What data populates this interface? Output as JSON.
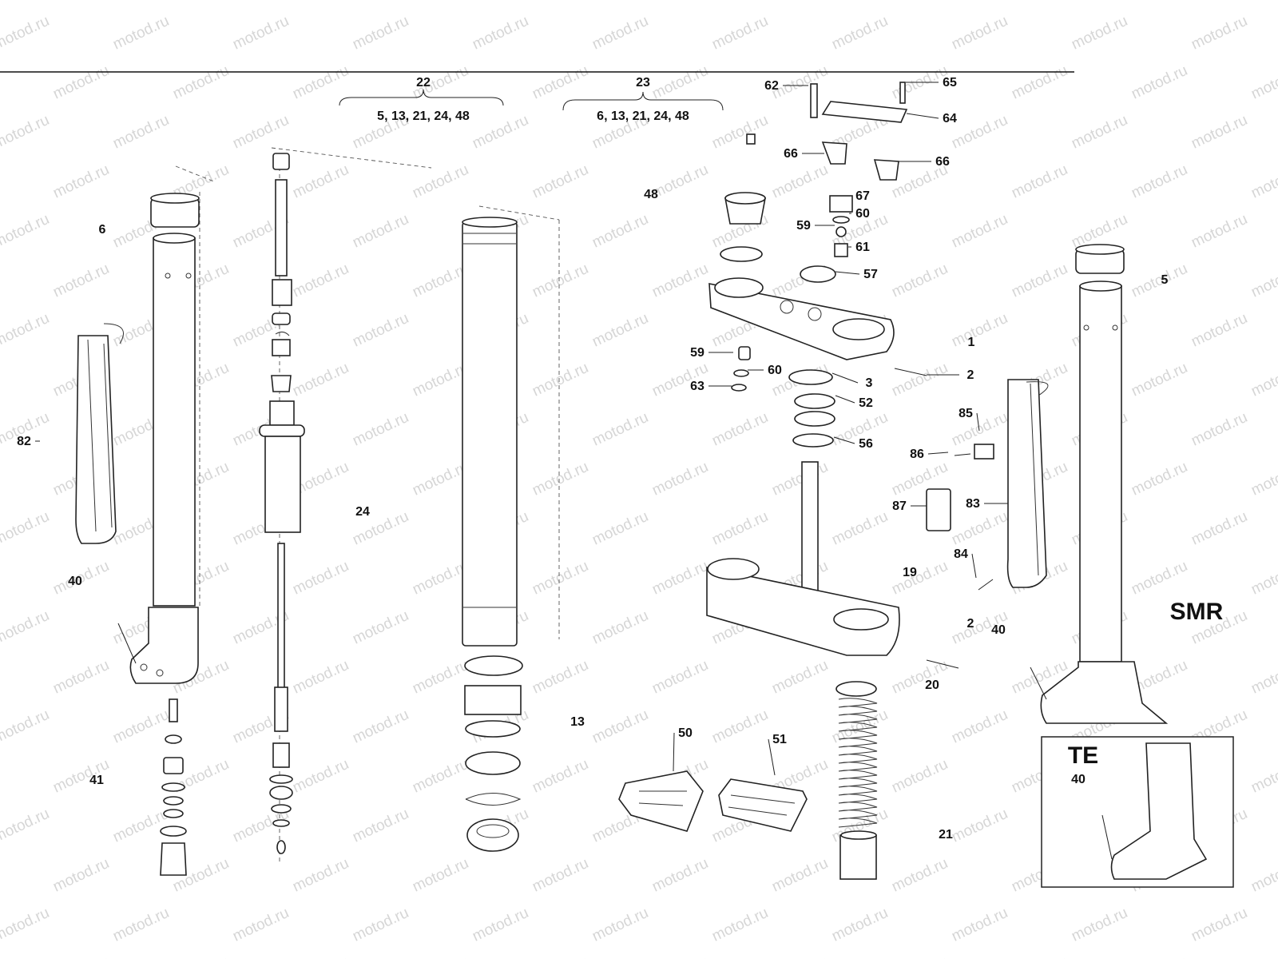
{
  "watermark": "motod.ru",
  "groups": [
    {
      "number": "22",
      "contents": "5, 13, 21, 24, 48"
    },
    {
      "number": "23",
      "contents": "6, 13, 21, 24, 48"
    }
  ],
  "variants": {
    "smr": "SMR",
    "te": "TE"
  },
  "callouts": [
    "62",
    "65",
    "64",
    "66",
    "66",
    "48",
    "67",
    "60",
    "59",
    "61",
    "57",
    "6",
    "5",
    "1",
    "59",
    "2",
    "60",
    "63",
    "3",
    "52",
    "85",
    "82",
    "86",
    "56",
    "24",
    "87",
    "83",
    "84",
    "19",
    "40",
    "2",
    "40",
    "20",
    "13",
    "50",
    "51",
    "41",
    "40",
    "21"
  ]
}
